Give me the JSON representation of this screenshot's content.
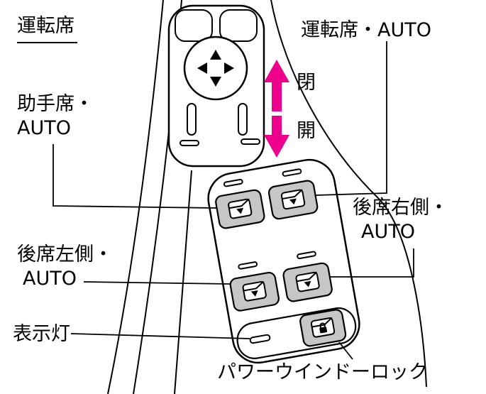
{
  "figure": {
    "title": "運転席",
    "callouts": {
      "driver_auto": "運転席・AUTO",
      "passenger_auto": [
        "助手席・",
        "AUTO"
      ],
      "close": "閉",
      "open": "開",
      "rear_right_auto": [
        "後席右側・",
        "AUTO"
      ],
      "rear_left_auto": [
        "後席左側・",
        "AUTO"
      ],
      "indicator": "表示灯",
      "power_window_lock": "パワーウインドーロック"
    },
    "colors": {
      "arrow_magenta": "#EC008C",
      "switch_gray": "#C6C6C6",
      "outline": "#000000",
      "background": "#FFFFFF"
    },
    "icons": {
      "mirror_pad": "mirror-adjust-4way-pad-icon",
      "window_switch": "power-window-switch-icon",
      "lock_switch": "window-lock-switch-icon",
      "indicator_light": "indicator-light-dash"
    }
  }
}
